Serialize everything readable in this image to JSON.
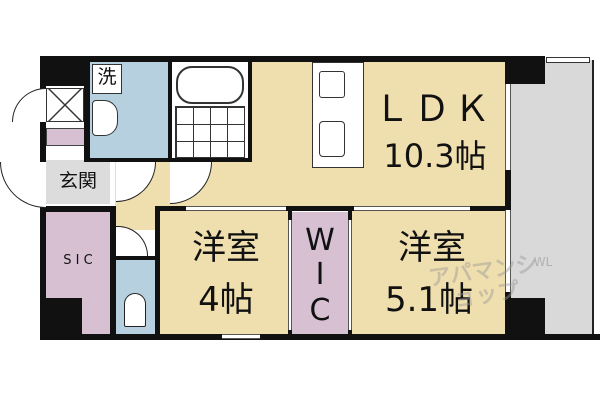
{
  "floorplan": {
    "rooms": {
      "ldk": {
        "line1": "ＬＤＫ",
        "line2": "10.3帖"
      },
      "western1": {
        "line1": "洋室",
        "line2": "4帖"
      },
      "western2": {
        "line1": "洋室",
        "line2": "5.1帖"
      },
      "wic": {
        "label": "W\nI\nC",
        "chars": [
          "W",
          "I",
          "C"
        ]
      },
      "sic": {
        "label": "S I C"
      },
      "entrance": {
        "label": "玄関"
      },
      "washroom": {
        "label": "洗"
      }
    },
    "watermark": {
      "text": "アパマンショップ",
      "sub": "WL"
    },
    "colors": {
      "floor_yellow": "#F0DFAE",
      "wet_blue": "#B7D0E0",
      "storage_purple": "#D6C0D2",
      "balcony_gray": "#D9D9D9",
      "entrance_gray": "#DCDCDC",
      "wall": "#111111"
    }
  }
}
